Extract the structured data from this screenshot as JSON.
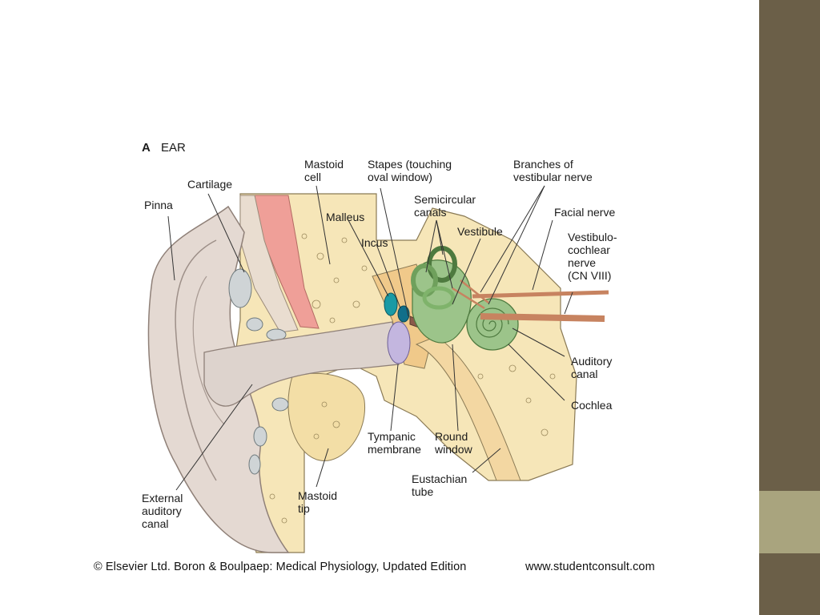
{
  "panel": {
    "letter": "A",
    "title": "EAR"
  },
  "labels": {
    "mastoid_cell": "Mastoid\ncell",
    "stapes": "Stapes (touching\noval window)",
    "branches_vestibular": "Branches of\nvestibular nerve",
    "cartilage": "Cartilage",
    "pinna": "Pinna",
    "semicircular": "Semicircular\ncanals",
    "malleus": "Malleus",
    "facial_nerve": "Facial nerve",
    "vestibule": "Vestibule",
    "incus": "Incus",
    "vestibulocochlear": "Vestibulo-\ncochlear\nnerve\n(CN VIII)",
    "auditory_canal": "Auditory\ncanal",
    "cochlea": "Cochlea",
    "tympanic": "Tympanic\nmembrane",
    "round_window": "Round\nwindow",
    "eustachian": "Eustachian\ntube",
    "mastoid_tip": "Mastoid\ntip",
    "external_canal": "External\nauditory\ncanal"
  },
  "caption": {
    "copyright": "© Elsevier Ltd. Boron & Boulpaep: Medical Physiology, Updated Edition",
    "url": "www.studentconsult.com"
  },
  "colors": {
    "bone": "#f6e6b8",
    "skin": "#e6ddd6",
    "muscle": "#ef9f98",
    "inner_ear": "#9cc48a",
    "ossicle_teal": "#1a9aa5",
    "membrane": "#c3b6df",
    "nerve": "#c78360",
    "sidebar": "#6b5f48",
    "sidebar_accent": "#a9a47e"
  }
}
